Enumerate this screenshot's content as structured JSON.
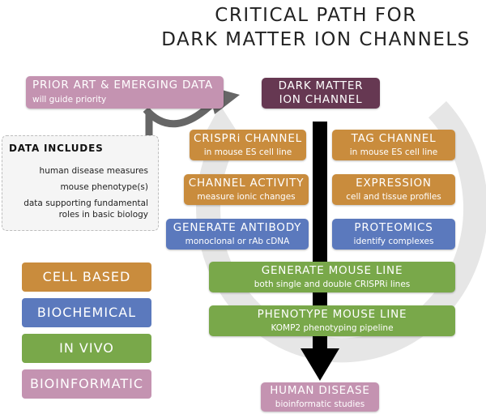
{
  "title": {
    "line1": "CRITICAL PATH FOR",
    "line2": "DARK MATTER ION CHANNELS"
  },
  "colors": {
    "cell_based": "#c98c3d",
    "biochemical": "#5b79bd",
    "in_vivo": "#79a84a",
    "bioinformatic": "#c493b1",
    "dark_matter": "#663852",
    "arrow": "#666666",
    "cycle_arrow": "#e6e6e6"
  },
  "prior_art": {
    "title": "PRIOR ART & EMERGING DATA",
    "subtitle": "will guide priority"
  },
  "dark_matter": {
    "line1": "DARK MATTER",
    "line2": "ION CHANNEL"
  },
  "data_includes": {
    "title": "DATA INCLUDES",
    "items": [
      "human disease measures",
      "mouse phenotype(s)",
      "data supporting fundamental",
      "roles in basic biology"
    ]
  },
  "steps": {
    "crispri": {
      "title": "CRISPRi CHANNEL",
      "subtitle": "in mouse ES cell line"
    },
    "tag": {
      "title": "TAG CHANNEL",
      "subtitle": "in mouse ES cell line"
    },
    "activity": {
      "title": "CHANNEL ACTIVITY",
      "subtitle": "measure ionic changes"
    },
    "expression": {
      "title": "EXPRESSION",
      "subtitle": "cell and tissue profiles"
    },
    "antibody": {
      "title": "GENERATE ANTIBODY",
      "subtitle": "monoclonal or rAb cDNA"
    },
    "proteomics": {
      "title": "PROTEOMICS",
      "subtitle": "identify complexes"
    },
    "mouse_line": {
      "title": "GENERATE MOUSE LINE",
      "subtitle": "both single and double CRISPRi lines"
    },
    "phenotype": {
      "title": "PHENOTYPE MOUSE LINE",
      "subtitle": "KOMP2 phenotyping pipeline"
    },
    "human_disease": {
      "title": "HUMAN DISEASE",
      "subtitle": "bioinformatic studies"
    }
  },
  "legend": {
    "cell_based": "CELL BASED",
    "biochemical": "BIOCHEMICAL",
    "in_vivo": "IN VIVO",
    "bioinformatic": "BIOINFORMATIC"
  }
}
